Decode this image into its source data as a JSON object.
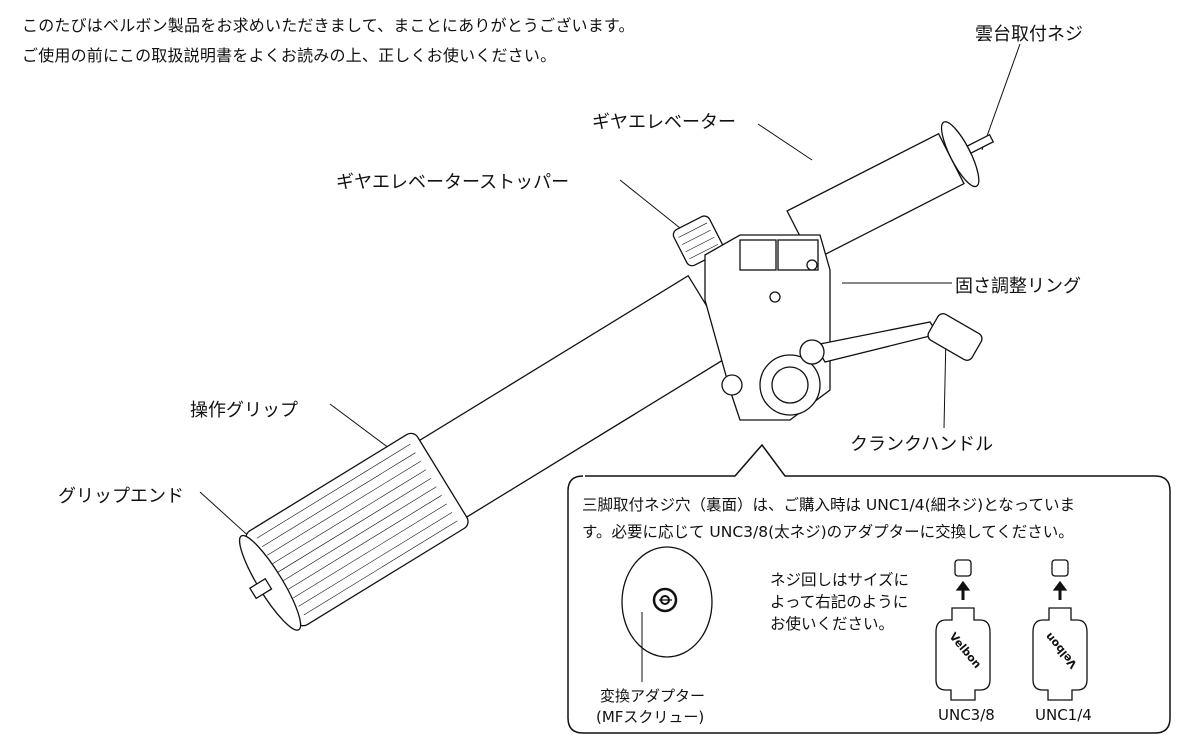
{
  "intro": {
    "line1": "このたびはベルボン製品をお求めいただきまして、まことにありがとうございます。",
    "line2": "ご使用の前にこの取扱説明書をよくお読みの上、正しくお使いください。"
  },
  "labels": {
    "head_screw": "雲台取付ネジ",
    "gear_elevator": "ギヤエレベーター",
    "gear_elevator_stopper": "ギヤエレベーターストッパー",
    "tension_ring": "固さ調整リング",
    "operation_grip": "操作グリップ",
    "crank_handle": "クランクハンドル",
    "grip_end": "グリップエンド"
  },
  "callout": {
    "line1": "三脚取付ネジ穴（裏面）は、ご購入時は UNC1/4(細ネジ)となっていま",
    "line2": "す。必要に応じて UNC3/8(太ネジ)のアダプターに交換してください。",
    "note_line1": "ネジ回しはサイズに",
    "note_line2": "よって右記のように",
    "note_line3": "お使いください。",
    "adapter_label_line1": "変換アダプター",
    "adapter_label_line2": "(MFスクリュー)",
    "size_a": "UNC3/8",
    "size_b": "UNC1/4",
    "tool_logo": "Velbon"
  }
}
